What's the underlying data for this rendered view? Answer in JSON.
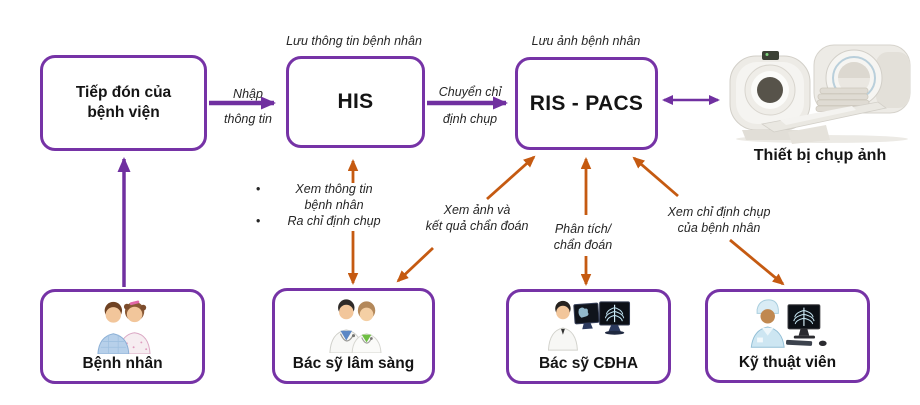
{
  "palette": {
    "purple": "#7030A0",
    "orange": "#C55A11",
    "text": "#262626"
  },
  "top_row": {
    "reception": {
      "lines": [
        "Tiếp đón của",
        "bệnh viện"
      ]
    },
    "his": {
      "label": "HIS",
      "note": "Lưu thông tin bệnh nhân"
    },
    "ris_pacs": {
      "label": "RIS - PACS",
      "note": "Lưu ảnh bệnh nhân"
    },
    "device": {
      "label": "Thiết bị chụp ảnh"
    }
  },
  "bottom_row": {
    "patient": {
      "label": "Bệnh nhân"
    },
    "clinical": {
      "label": "Bác sỹ lâm sàng"
    },
    "radiology": {
      "label": "Bác sỹ CĐHA"
    },
    "technician": {
      "label": "Kỹ thuật viên"
    }
  },
  "flow_labels": {
    "bullet_char": "•",
    "input_info": {
      "lines": [
        "Nhập",
        "thông tin"
      ]
    },
    "transfer_order": {
      "lines": [
        "Chuyển chỉ",
        "định chụp"
      ]
    },
    "bullets": [
      {
        "lines": [
          "Xem thông tin",
          "bệnh nhân"
        ]
      },
      {
        "lines": [
          "Ra chỉ định chụp"
        ]
      }
    ],
    "view_results": {
      "lines": [
        "Xem ảnh và",
        "kết quả chẩn đoán"
      ]
    },
    "analyze": {
      "lines": [
        "Phân tích/",
        "chẩn đoán"
      ]
    },
    "view_order": {
      "lines": [
        "Xem chỉ định chụp",
        "của bệnh nhân"
      ]
    }
  }
}
